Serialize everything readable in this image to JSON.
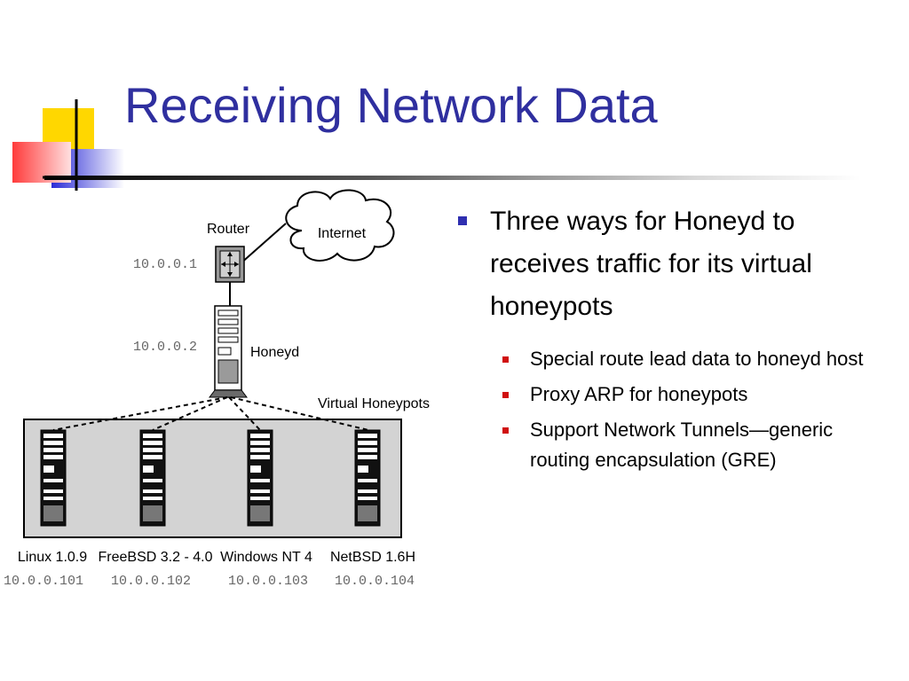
{
  "slide": {
    "title": "Receiving Network Data"
  },
  "diagram": {
    "router_label": "Router",
    "router_ip": "10.0.0.1",
    "internet_label": "Internet",
    "honeyd_label": "Honeyd",
    "honeyd_ip": "10.0.0.2",
    "virtual_label": "Virtual Honeypots",
    "hosts": [
      {
        "name": "Linux 1.0.9",
        "ip": "10.0.0.101"
      },
      {
        "name": "FreeBSD 3.2 - 4.0",
        "ip": "10.0.0.102"
      },
      {
        "name": "Windows NT 4",
        "ip": "10.0.0.103"
      },
      {
        "name": "NetBSD 1.6H",
        "ip": "10.0.0.104"
      }
    ]
  },
  "content": {
    "main_bullet": "Three ways for Honeyd to receives traffic for its virtual honeypots",
    "sub_bullets": [
      "Special  route lead data  to honeyd host",
      "Proxy ARP for honeypots",
      "Support  Network Tunnels—generic routing encapsulation (GRE)"
    ]
  },
  "colors": {
    "title": "#2f2f9f",
    "bullet_level1": "#2f2fb0",
    "bullet_level2": "#d01010",
    "deco_yellow": "#ffd700",
    "deco_red": "#ff3b3b",
    "deco_blue": "#2b2bd6"
  }
}
